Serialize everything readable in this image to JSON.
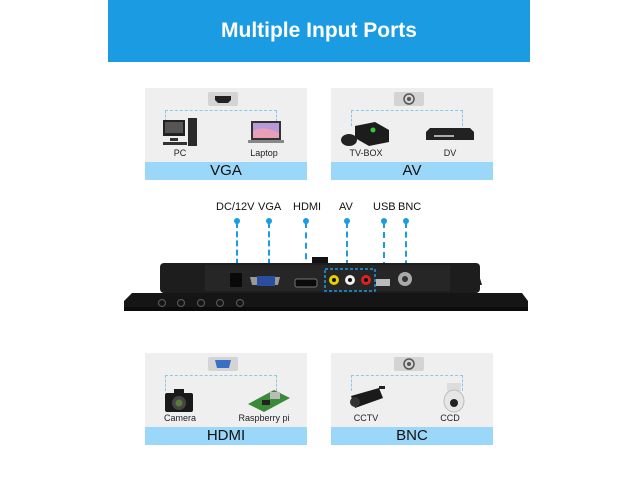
{
  "title": "Multiple Input Ports",
  "panels": [
    {
      "name": "VGA",
      "devices": [
        "PC",
        "Laptop"
      ],
      "port_icon": "hdmi-port-icon"
    },
    {
      "name": "AV",
      "devices": [
        "TV-BOX",
        "DV"
      ],
      "port_icon": "rca-port-icon"
    },
    {
      "name": "HDMI",
      "devices": [
        "Camera",
        "Raspberry pi"
      ],
      "port_icon": "vga-port-icon"
    },
    {
      "name": "BNC",
      "devices": [
        "CCTV",
        "CCD"
      ],
      "port_icon": "bnc-port-icon"
    }
  ],
  "ports": [
    "DC/12V",
    "VGA",
    "HDMI",
    "AV",
    "USB",
    "BNC"
  ],
  "colors": {
    "accent": "#1b9ce2",
    "strip": "#9bd7f8"
  }
}
